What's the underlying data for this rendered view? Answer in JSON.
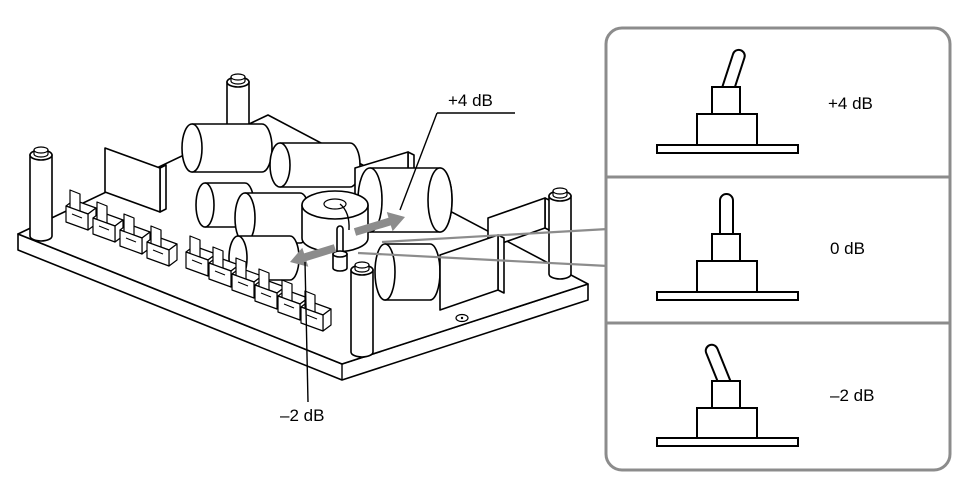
{
  "callouts": {
    "upper_label": "+4 dB",
    "lower_label": "–2 dB"
  },
  "switch_positions": [
    {
      "label": "+4 dB",
      "icon": "toggle-switch-tilted-right-icon"
    },
    {
      "label": "0 dB",
      "icon": "toggle-switch-upright-icon"
    },
    {
      "label": "–2 dB",
      "icon": "toggle-switch-tilted-left-icon"
    }
  ],
  "colors": {
    "line": "#000000",
    "arrow": "#8c8c8c",
    "panel_border": "#8c8c8c",
    "background": "#ffffff"
  }
}
